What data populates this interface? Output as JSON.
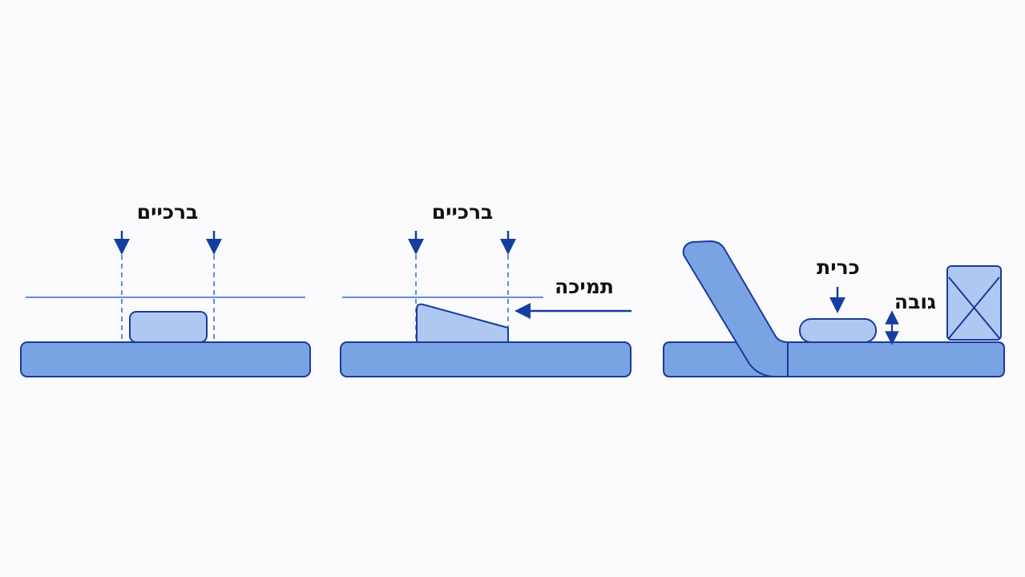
{
  "panels": [
    {
      "label": "ברכיים"
    },
    {
      "label": "ברכיים",
      "side_label": "תמיכה"
    },
    {
      "label": "כרית",
      "height_label": "גובה"
    }
  ],
  "colors": {
    "base_fill": "#7aa3e4",
    "base_stroke": "#1a3a9c",
    "light_fill": "#afc8f1",
    "arrow": "#143ea0",
    "guide_line": "#5f8ee0",
    "dashed_line": "#5f8ee0",
    "text": "#111111"
  }
}
